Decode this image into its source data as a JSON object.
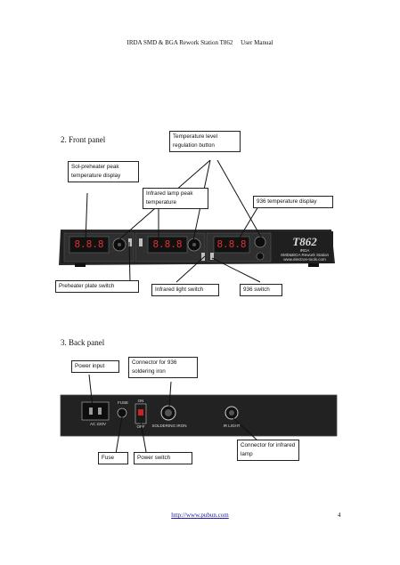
{
  "header": {
    "title": "IRDA SMD & BGA Rework Station T862",
    "manual": "User Manual"
  },
  "front_panel": {
    "heading": "2. Front panel",
    "callouts": {
      "temperature_button": "Temperature level regulation button",
      "sol_preheater": "Sol-preheater peak temperature display",
      "infrared_lamp": "Infrared lamp peak temperature",
      "display_936": "936 temperature display",
      "preheater_switch": "Preheater plate switch",
      "infrared_switch": "Infrared light switch",
      "switch_936": "936 switch"
    },
    "device": {
      "logo": "T862",
      "brand_line1": "IRDA",
      "brand_line2": "SMD&BGA Rework Station",
      "brand_line3": "www.electron-tools.com",
      "segment_display": "8.8.8"
    }
  },
  "back_panel": {
    "heading": "3. Back panel",
    "callouts": {
      "power_input": "Power input",
      "connector_936": "Connector for 936 soldering iron",
      "fuse": "Fuse",
      "power_switch": "Power switch",
      "connector_infrared": "Connector for infrared lamp"
    },
    "device": {
      "ac_label": "AC 220V",
      "fuse_label": "FUSE",
      "on_label": "ON",
      "off_label": "OFF",
      "iron_label": "SOLDERING IRON",
      "ir_label": "IR LIGHT"
    }
  },
  "footer": {
    "url": "http://www.pubun.com",
    "page": "4"
  }
}
